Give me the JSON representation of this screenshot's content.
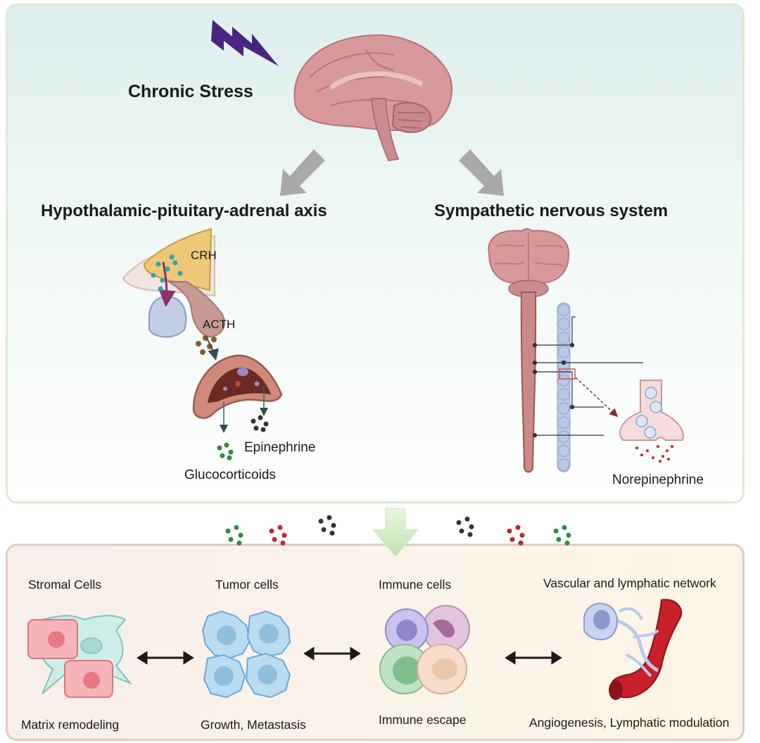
{
  "stress": {
    "title": "Chronic Stress"
  },
  "hpa": {
    "title": "Hypothalamic-pituitary-adrenal axis",
    "crh": "CRH",
    "acth": "ACTH",
    "epinephrine": "Epinephrine",
    "glucocorticoids": "Glucocorticoids"
  },
  "sns": {
    "title": "Sympathetic nervous system",
    "norepinephrine": "Norepinephrine"
  },
  "tme": {
    "stromal": {
      "title": "Stromal Cells",
      "effect": "Matrix remodeling"
    },
    "tumor": {
      "title": "Tumor cells",
      "effect": "Growth, Metastasis"
    },
    "immune": {
      "title": "Immune cells",
      "effect": "Immune escape"
    },
    "vascular": {
      "title": "Vascular and lymphatic network",
      "effect": "Angiogenesis, Lymphatic modulation"
    }
  },
  "colors": {
    "glucocorticoid_dots": "#2e8b3e",
    "norepinephrine_dots": "#c0282b",
    "epinephrine_dots": "#333333",
    "lightning": "#4b2480",
    "gray_arrow": "#a9a9a9",
    "green_arrow": "#cfe8c0"
  }
}
